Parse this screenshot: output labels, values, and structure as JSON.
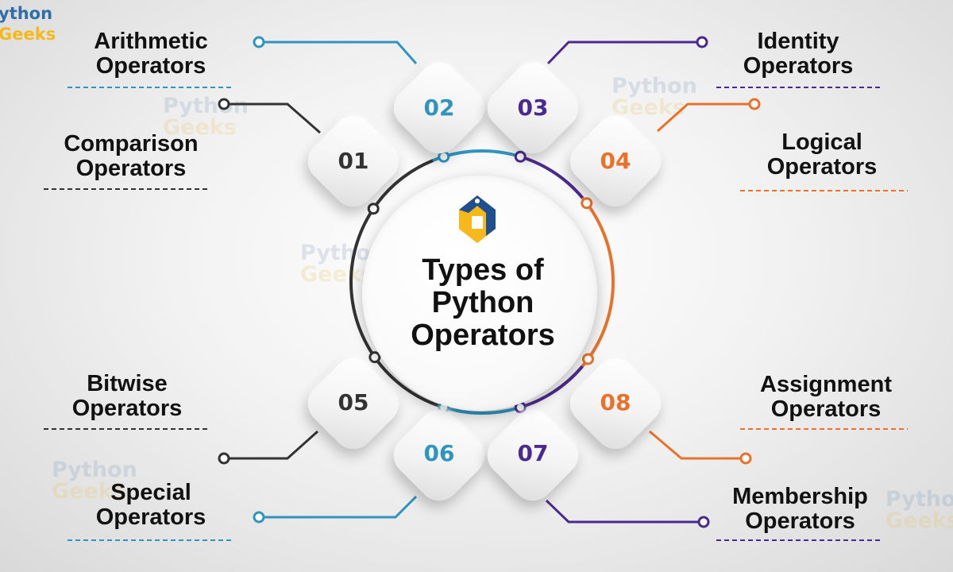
{
  "brand": {
    "line1": "ython",
    "line2": "Geeks"
  },
  "watermark": {
    "line1": "Python",
    "line2": "Geeks"
  },
  "center": {
    "title_lines": [
      "Types of",
      "Python",
      "Operators"
    ]
  },
  "colors": {
    "teal": "#2f95bf",
    "purple": "#4b2a8f",
    "orange": "#e8722b",
    "dark": "#333333"
  },
  "operators": [
    {
      "number": "01",
      "label_lines": [
        "Comparison",
        "Operators"
      ],
      "color": "#333333"
    },
    {
      "number": "02",
      "label_lines": [
        "Arithmetic",
        "Operators"
      ],
      "color": "#2f95bf"
    },
    {
      "number": "03",
      "label_lines": [
        "Identity",
        "Operators"
      ],
      "color": "#4b2a8f"
    },
    {
      "number": "04",
      "label_lines": [
        "Logical",
        "Operators"
      ],
      "color": "#e8722b"
    },
    {
      "number": "05",
      "label_lines": [
        "Bitwise",
        "Operators"
      ],
      "color": "#333333"
    },
    {
      "number": "06",
      "label_lines": [
        "Special",
        "Operators"
      ],
      "color": "#2f95bf"
    },
    {
      "number": "07",
      "label_lines": [
        "Membership",
        "Operators"
      ],
      "color": "#4b2a8f"
    },
    {
      "number": "08",
      "label_lines": [
        "Assignment",
        "Operators"
      ],
      "color": "#e8722b"
    }
  ]
}
